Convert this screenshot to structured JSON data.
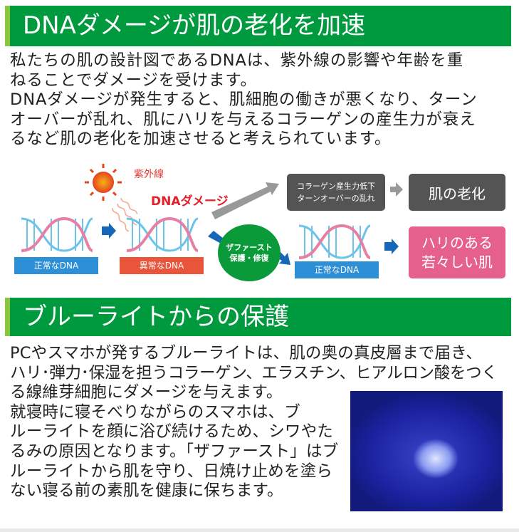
{
  "section1": {
    "title": "DNAダメージが肌の老化を加速",
    "lines": [
      "私たちの肌の設計図であるDNAは、紫外線の影響や年齢を重",
      "ねることでダメージを受けます。",
      "DNAダメージが発生すると、肌細胞の働きが悪くなり、ターン",
      "オーバーが乱れ、肌にハリを与えるコラーゲンの産生力が衰え",
      "るなど肌の老化を加速させると考えられています。"
    ]
  },
  "diagram": {
    "uv_label": "紫外線",
    "damage_label": "DNAダメージ",
    "normal_dna": "正常なDNA",
    "abnormal_dna": "異常なDNA",
    "repair_circle": [
      "ザファースト",
      "保護・修復"
    ],
    "normal_dna_after": "正常なDNA",
    "decline_box": [
      "コラーゲン産生力低下",
      "ターンオーバーの乱れ"
    ],
    "aging_box": "肌の老化",
    "young_box": [
      "ハリのある",
      "若々しい肌"
    ],
    "colors": {
      "blue": "#2d8fd5",
      "red": "#e8553a",
      "gray": "#545454",
      "pink": "#e6608e",
      "green": "#0a9a3a",
      "arrow": "#1767b8"
    }
  },
  "section2": {
    "title": "ブルーライトからの保護",
    "lines": [
      "PCやスマホが発するブルーライトは、肌の奥の真皮層まで届き、",
      "ハリ･弾力･保湿を担うコラーゲン、エラスチン、ヒアルロン酸をつく",
      "る線維芽細胞にダメージを与えます。",
      "就寝時に寝そべりながらのスマホは、ブ",
      "ルーライトを顔に浴び続けるため、シワやた",
      "るみの原因となります。「ザファースト」はブ",
      "ルーライトから肌を守り、日焼け止めを塗ら",
      "ない寝る前の素肌を健康に保ちます。"
    ]
  }
}
